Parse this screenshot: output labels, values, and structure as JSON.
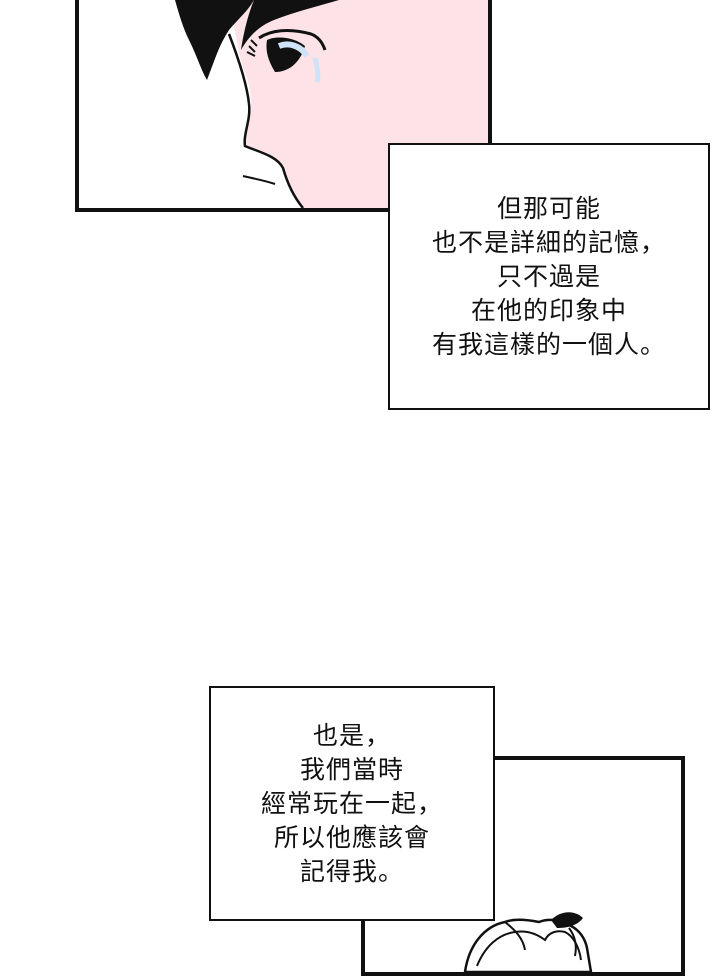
{
  "captions": [
    {
      "lines": [
        "但那可能",
        "也不是詳細的記憶，",
        "只不過是",
        "在他的印象中",
        "有我這樣的一個人。"
      ]
    },
    {
      "lines": [
        "也是，",
        "我們當時",
        "經常玩在一起，",
        "所以他應該會",
        "記得我。"
      ]
    }
  ],
  "colors": {
    "skin": "#fde3e7",
    "hair": "#111111",
    "border": "#111111",
    "eye_highlight": "#cfe2f7"
  }
}
